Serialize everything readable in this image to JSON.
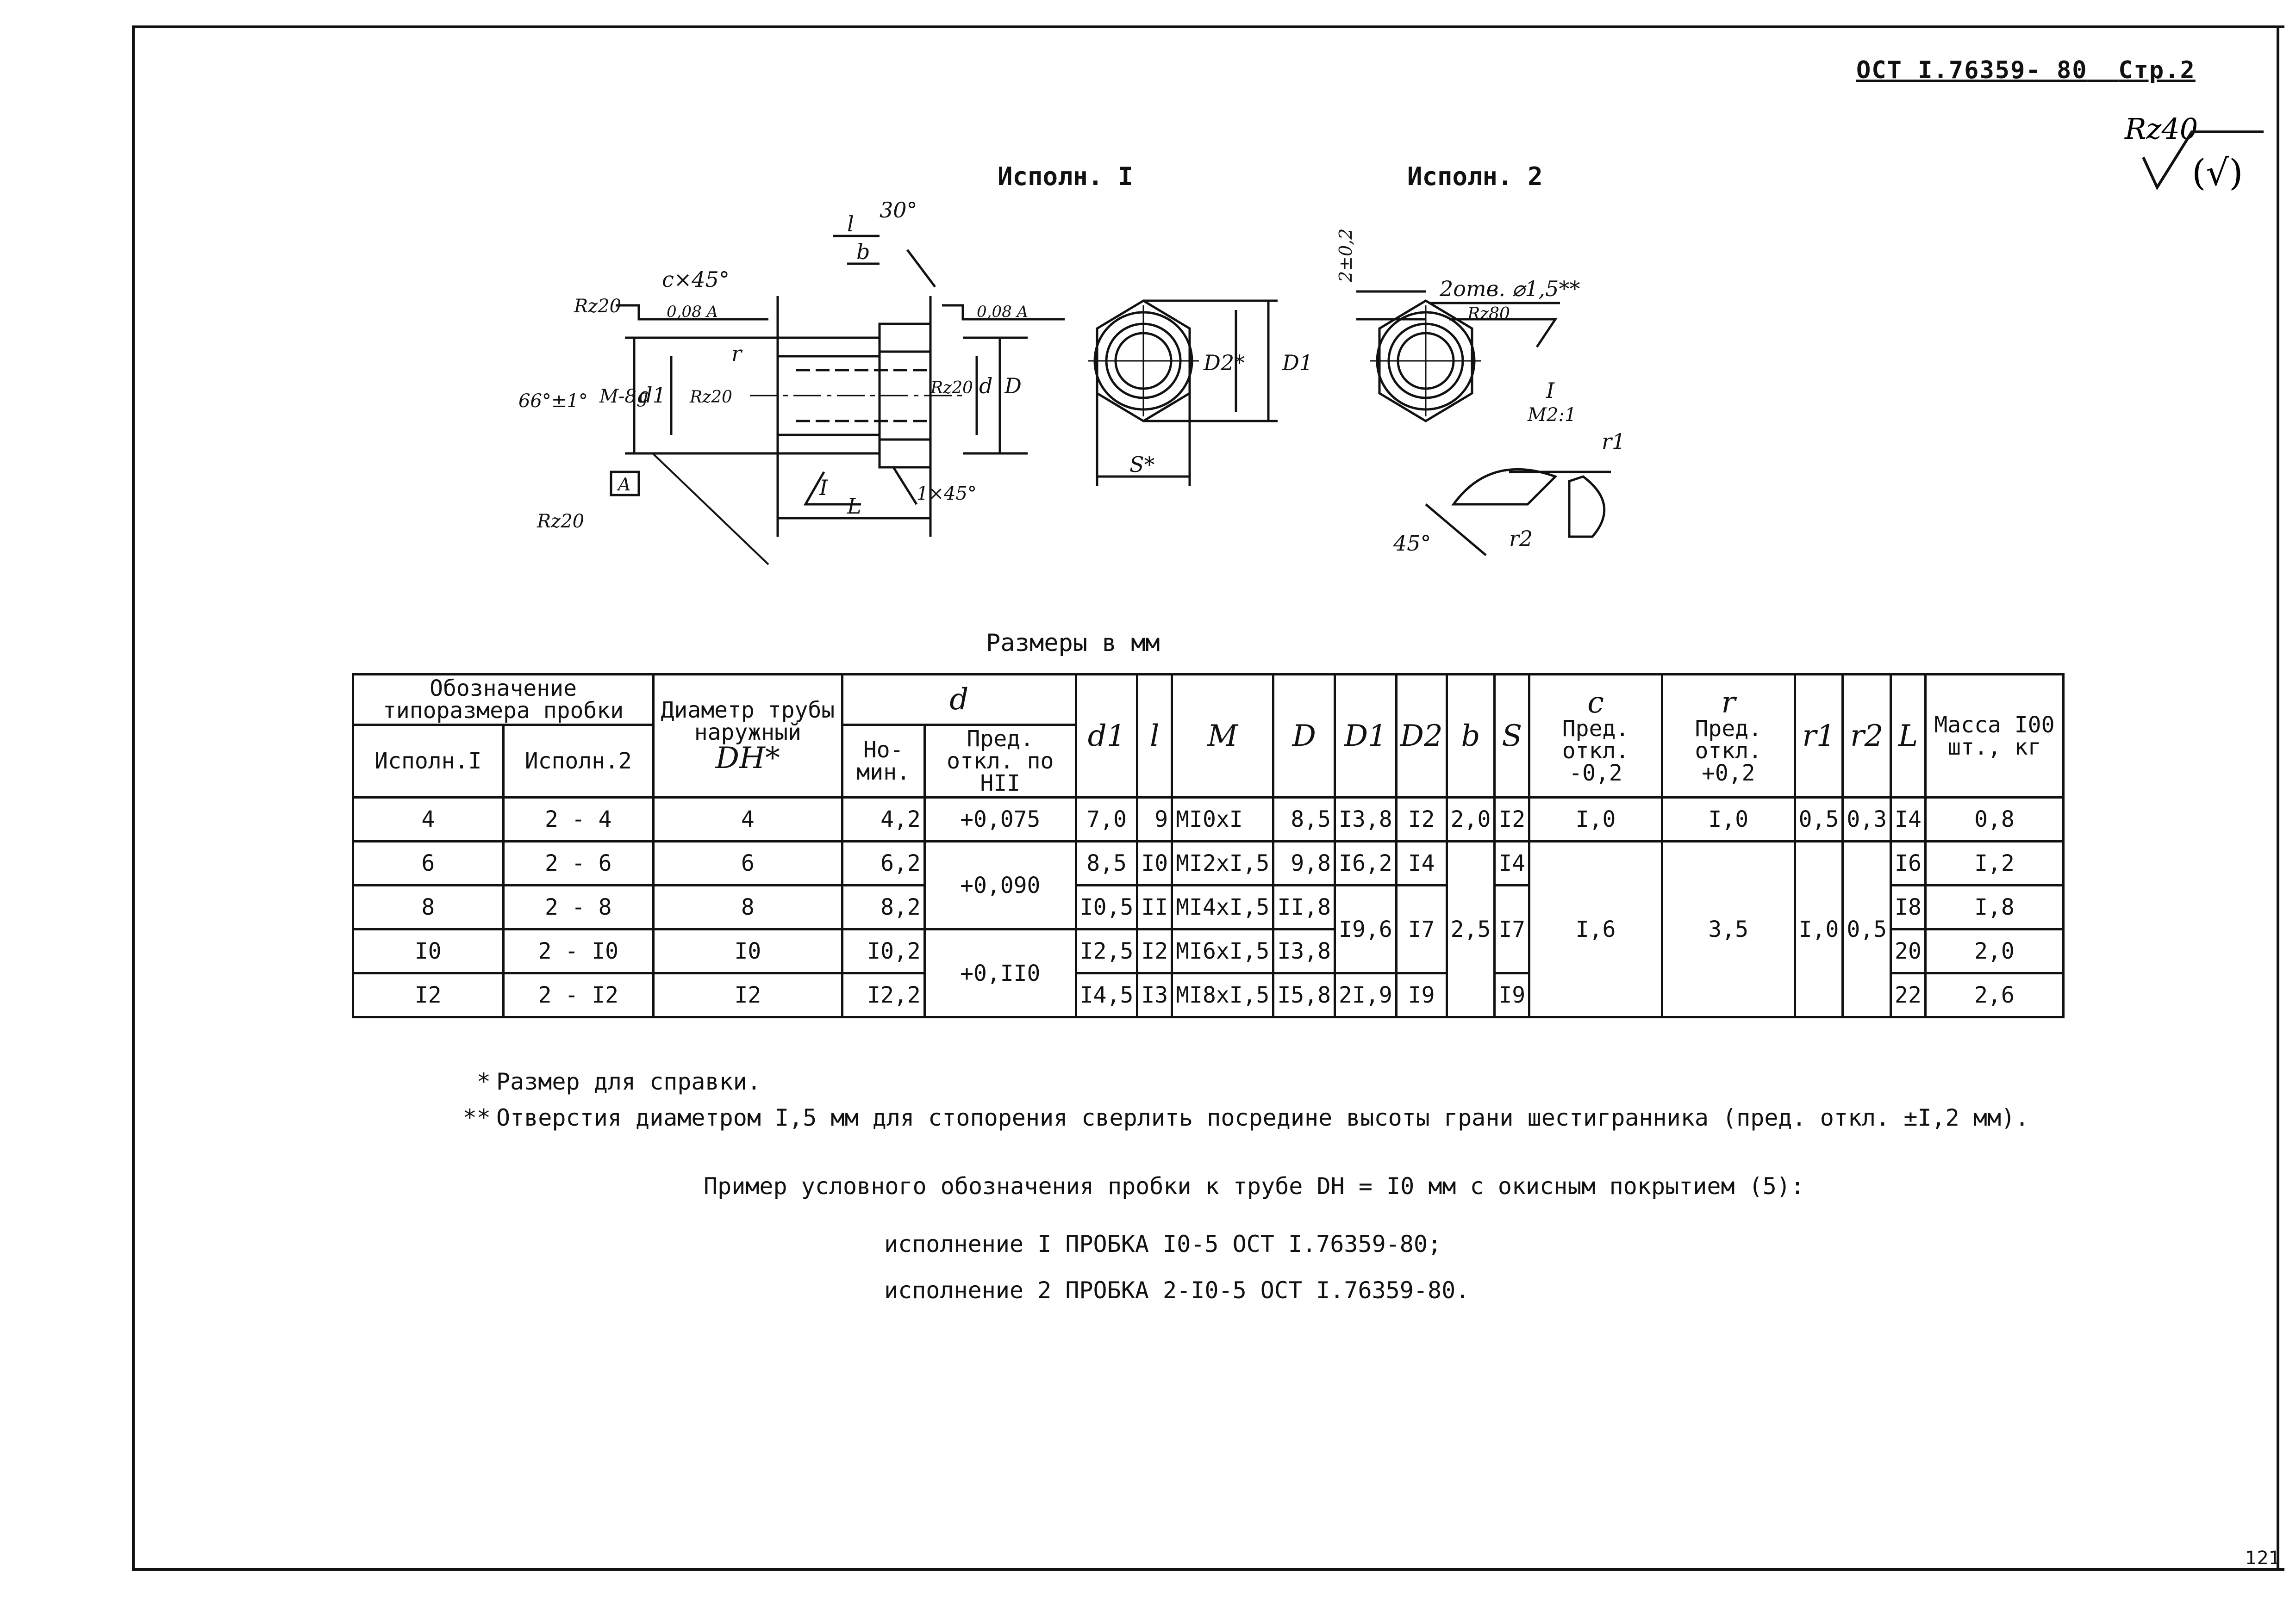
{
  "header": {
    "standard": "ОСТ I.76359- 80",
    "page": "Стр.2"
  },
  "roughness_general": {
    "value": "Rz40",
    "suffix": "(√)"
  },
  "drawing": {
    "variant1_title": "Исполн. I",
    "variant2_title": "Исполн. 2",
    "labels": {
      "chamfer_c": "c×45°",
      "angle_30": "30°",
      "dim_l": "l",
      "dim_b": "b",
      "rz20_a": "Rz20",
      "tol_frame_left": "0,08 A",
      "tol_frame_right": "0,08 A",
      "dim_d1": "d1",
      "dim_m": "M-8g",
      "angle_66": "66°±1°",
      "datum_a": "A",
      "dim_r": "r",
      "rz20_b": "Rz20",
      "rz20_c": "Rz20",
      "rz20_d": "Rz20",
      "dim_d": "d",
      "dim_D": "D",
      "detail_I": "I",
      "chamfer_1": "1×45°",
      "dim_L": "L",
      "dim_D2": "D2*",
      "dim_D1": "D1",
      "dim_S": "S*",
      "dim_2": "2±0,2",
      "holes": "2отв. ⌀1,5**",
      "rz80": "Rz80",
      "detail_scale": "M2:1",
      "r1": "r1",
      "r2": "r2",
      "angle_45": "45°"
    }
  },
  "caption": "Размеры   в   мм",
  "table": {
    "head": {
      "designation": "Обозначение типоразмера пробки",
      "var1": "Исполн.I",
      "var2": "Исполн.2",
      "pipe_dia": "Диаметр трубы наружный",
      "pipe_sym": "DH*",
      "d": "d",
      "d_nom": "Но- мин.",
      "d_tol": "Пред. откл. по HII",
      "d1": "d1",
      "l": "l",
      "M": "M",
      "D": "D",
      "D1": "D1",
      "D2": "D2",
      "b": "b",
      "S": "S",
      "c": "c",
      "c_tol": "Пред. откл. -0,2",
      "r": "r",
      "r_tol": "Пред. откл. +0,2",
      "r1": "r1",
      "r2": "r2",
      "L": "L",
      "mass": "Масса I00 шт., кг"
    },
    "rows": [
      {
        "v1": "4",
        "v2": "2 - 4",
        "dh": "4",
        "d": "4,2",
        "d1": "7,0",
        "l": "9",
        "m": "MI0xI",
        "D": "8,5",
        "D1": "I3,8",
        "D2": "I2",
        "S": "I2",
        "L": "I4",
        "mass": "0,8"
      },
      {
        "v1": "6",
        "v2": "2 - 6",
        "dh": "6",
        "d": "6,2",
        "d1": "8,5",
        "l": "I0",
        "m": "MI2xI,5",
        "D": "9,8",
        "D1": "I6,2",
        "D2": "I4",
        "S": "I4",
        "L": "I6",
        "mass": "I,2"
      },
      {
        "v1": "8",
        "v2": "2 - 8",
        "dh": "8",
        "d": "8,2",
        "d1": "I0,5",
        "l": "II",
        "m": "MI4xI,5",
        "D": "II,8",
        "D2": "I7",
        "S": "I7",
        "L": "I8",
        "mass": "I,8"
      },
      {
        "v1": "I0",
        "v2": "2 - I0",
        "dh": "I0",
        "d": "I0,2",
        "d1": "I2,5",
        "l": "I2",
        "m": "MI6xI,5",
        "D": "I3,8",
        "L": "20",
        "mass": "2,0"
      },
      {
        "v1": "I2",
        "v2": "2 - I2",
        "dh": "I2",
        "d": "I2,2",
        "d1": "I4,5",
        "l": "I3",
        "m": "MI8xI,5",
        "D": "I5,8",
        "D1": "2I,9",
        "D2": "I9",
        "S": "I9",
        "L": "22",
        "mass": "2,6"
      }
    ],
    "merged": {
      "tol_1": "+0,075",
      "tol_2": "+0,090",
      "tol_3": "+0,II0",
      "D1_34": "I9,6",
      "D2_1": "I2",
      "b_1": "2,0",
      "b_2": "2,5",
      "c_1": "I,0",
      "c_2": "I,6",
      "r_1": "I,0",
      "r_2": "3,5",
      "r1_1": "0,5",
      "r1_2": "I,0",
      "r2_1": "0,3",
      "r2_2": "0,5"
    }
  },
  "notes": {
    "n1_mark": "*",
    "n1_text": "Размер для справки.",
    "n2_mark": "**",
    "n2_text": "Отверстия диаметром   I,5 мм для стопорения сверлить посредине высоты грани шестигранника (пред. откл. ±I,2 мм)."
  },
  "example": {
    "intro": "Пример условного обозначения пробки к трубе DH = I0 мм  с окисным покрытием (5):",
    "line1": "исполнение I   ПРОБКА  I0-5   ОСТ I.76359-80;",
    "line2": "исполнение 2   ПРОБКА 2-I0-5  ОСТ I.76359-80."
  },
  "page_number": "121"
}
